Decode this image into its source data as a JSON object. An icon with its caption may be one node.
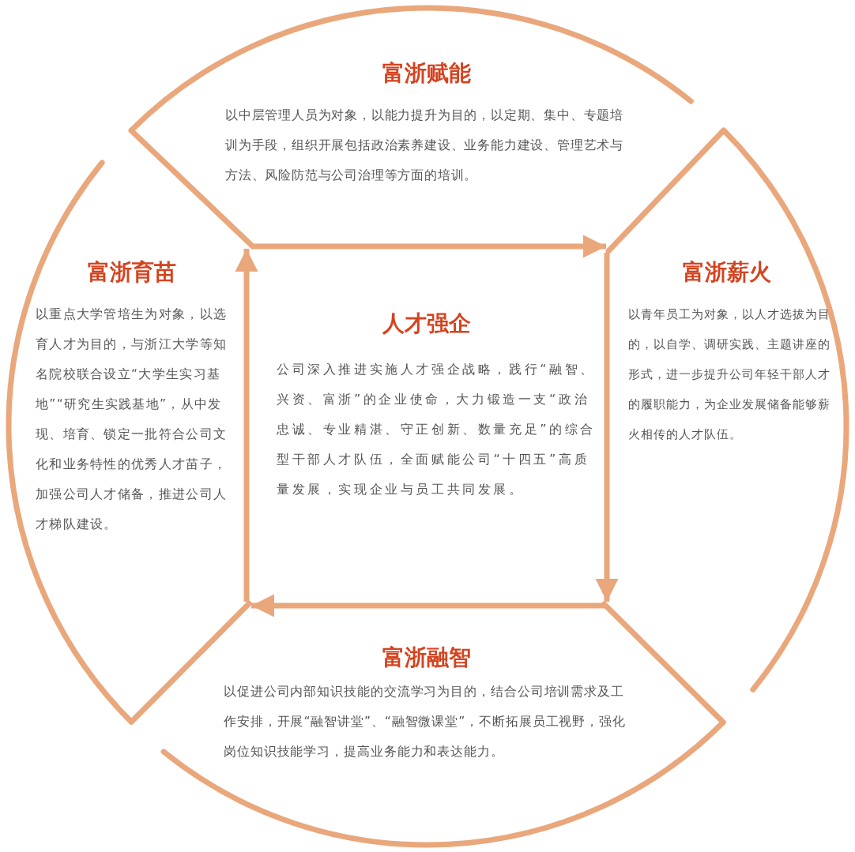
{
  "diagram": {
    "nodes": [
      {
        "text": [
          "富浙赋能",
          "以中层管理人员为对象，以能力提升为目的，以定期、集中、专题培训为手段，组织开展包括政治素养建设、业务能力建设、管理艺术与方法、风险防范与公司治理等方面的培训。"
        ]
      },
      {
        "text": [
          "富浙育苗",
          "以重点大学管培生为对象，以选育人才为目的，与浙江大学等知名院校联合设立“大学生实习基地”“研究生实践基地”，从中发现、培育、锁定一批符合公司文化和业务特性的优秀人才苗子，加强公司人才储备，推进公司人才梯队建设。"
        ]
      },
      {
        "text": [
          "人才强企",
          "公司深入推进实施人才强企战略，践行“融智、兴资、富浙”的企业使命，大力锻造一支“政治忠诚、专业精湛、守正创新、数量充足”的综合型干部人才队伍，全面赋能公司“十四五”高质量发展，实现企业与员工共同发展。"
        ]
      },
      {
        "text": [
          "富浙薪火",
          "以青年员工为对象，以人才选拔为目的，以自学、调研实践、主题讲座的形式，进一步提升公司年轻干部人才的履职能力，为企业发展储备能够薪火相传的人才队伍。"
        ]
      },
      {
        "text": [
          "富浙融智",
          "以促进公司内部知识技能的交流学习为目的，结合公司培训需求及工作安排，开展“融智讲堂”、“融智微课堂”，不断拓展员工视野，强化岗位知识技能学习，提高业务能力和表达能力。"
        ]
      }
    ],
    "edges": [
      {
        "from": 0,
        "to": 3,
        "arrow": "to"
      },
      {
        "from": 3,
        "to": 4,
        "arrow": "to"
      },
      {
        "from": 4,
        "to": 1,
        "arrow": "to"
      },
      {
        "from": 1,
        "to": 0,
        "arrow": "to"
      }
    ]
  }
}
